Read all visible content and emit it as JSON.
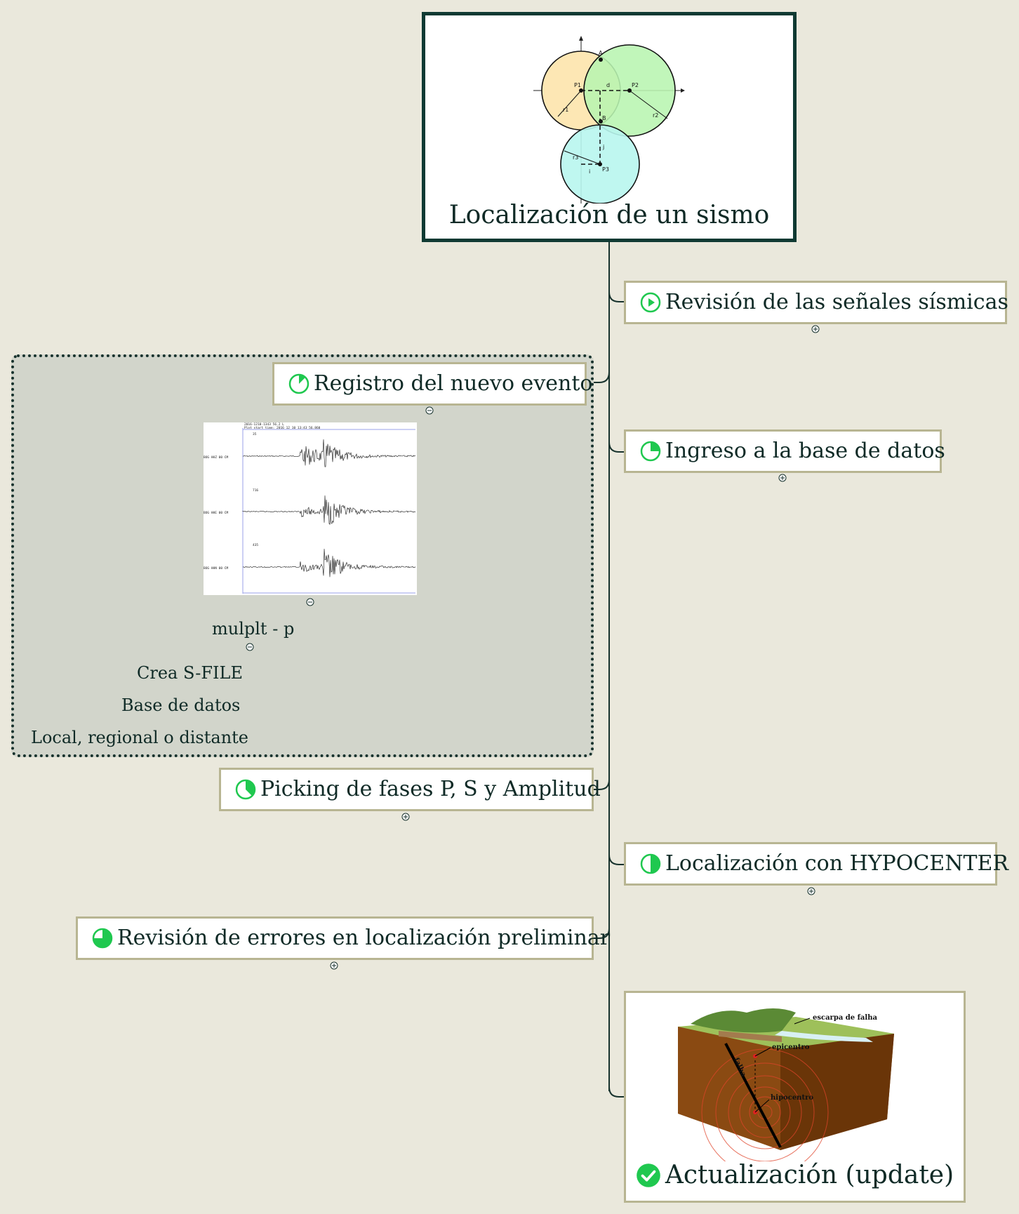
{
  "root": {
    "title": "Localización de un sismo",
    "diagram_labels": {
      "a": "A",
      "b": "B",
      "p1": "P1",
      "p2": "P2",
      "p3": "P3",
      "d": "d",
      "r1": "r1",
      "r2": "r2",
      "r3": "r3",
      "i": "i",
      "j": "j"
    }
  },
  "topics": [
    {
      "label": "Revisión de las señales sísmicas",
      "progress": "play"
    },
    {
      "label": "Registro del nuevo evento",
      "progress": 0.125
    },
    {
      "label": "Ingreso a la base de datos",
      "progress": 0.25
    },
    {
      "label": "Picking de fases P, S y Amplitud",
      "progress": 0.375
    },
    {
      "label": "Localización con HYPOCENTER",
      "progress": 0.5
    },
    {
      "label": "Revisión de errores en localización preliminar",
      "progress": 0.75
    },
    {
      "label": "Actualización (update)",
      "progress": 1
    }
  ],
  "subtopics": {
    "command": "mulplt - p",
    "items": [
      "Crea S-FILE",
      "Base de datos",
      "Local, regional o distante"
    ]
  },
  "seismogram": {
    "header1": "2016-1210-1343 56.2 L",
    "header2": "Plot start time: 2016  12 10   13:43  56.860",
    "channel_labels": [
      "35",
      "716",
      "435"
    ],
    "station_labels": [
      "BOG  HHZ 00 CM",
      "BOG  HHE 00 CM",
      "BOG  HHN 00 CM"
    ]
  },
  "earthquake_diagram": {
    "labels": {
      "scarp": "escarpa de falha",
      "epicenter": "epicentro",
      "fault": "falha",
      "hypocenter": "hipocentro"
    }
  },
  "colors": {
    "background": "#eae8dc",
    "node_border": "#b8b592",
    "root_border": "#0f3a33",
    "accent": "#1fc84f",
    "line": "#17322d",
    "group_fill": "#d2d5cb"
  }
}
